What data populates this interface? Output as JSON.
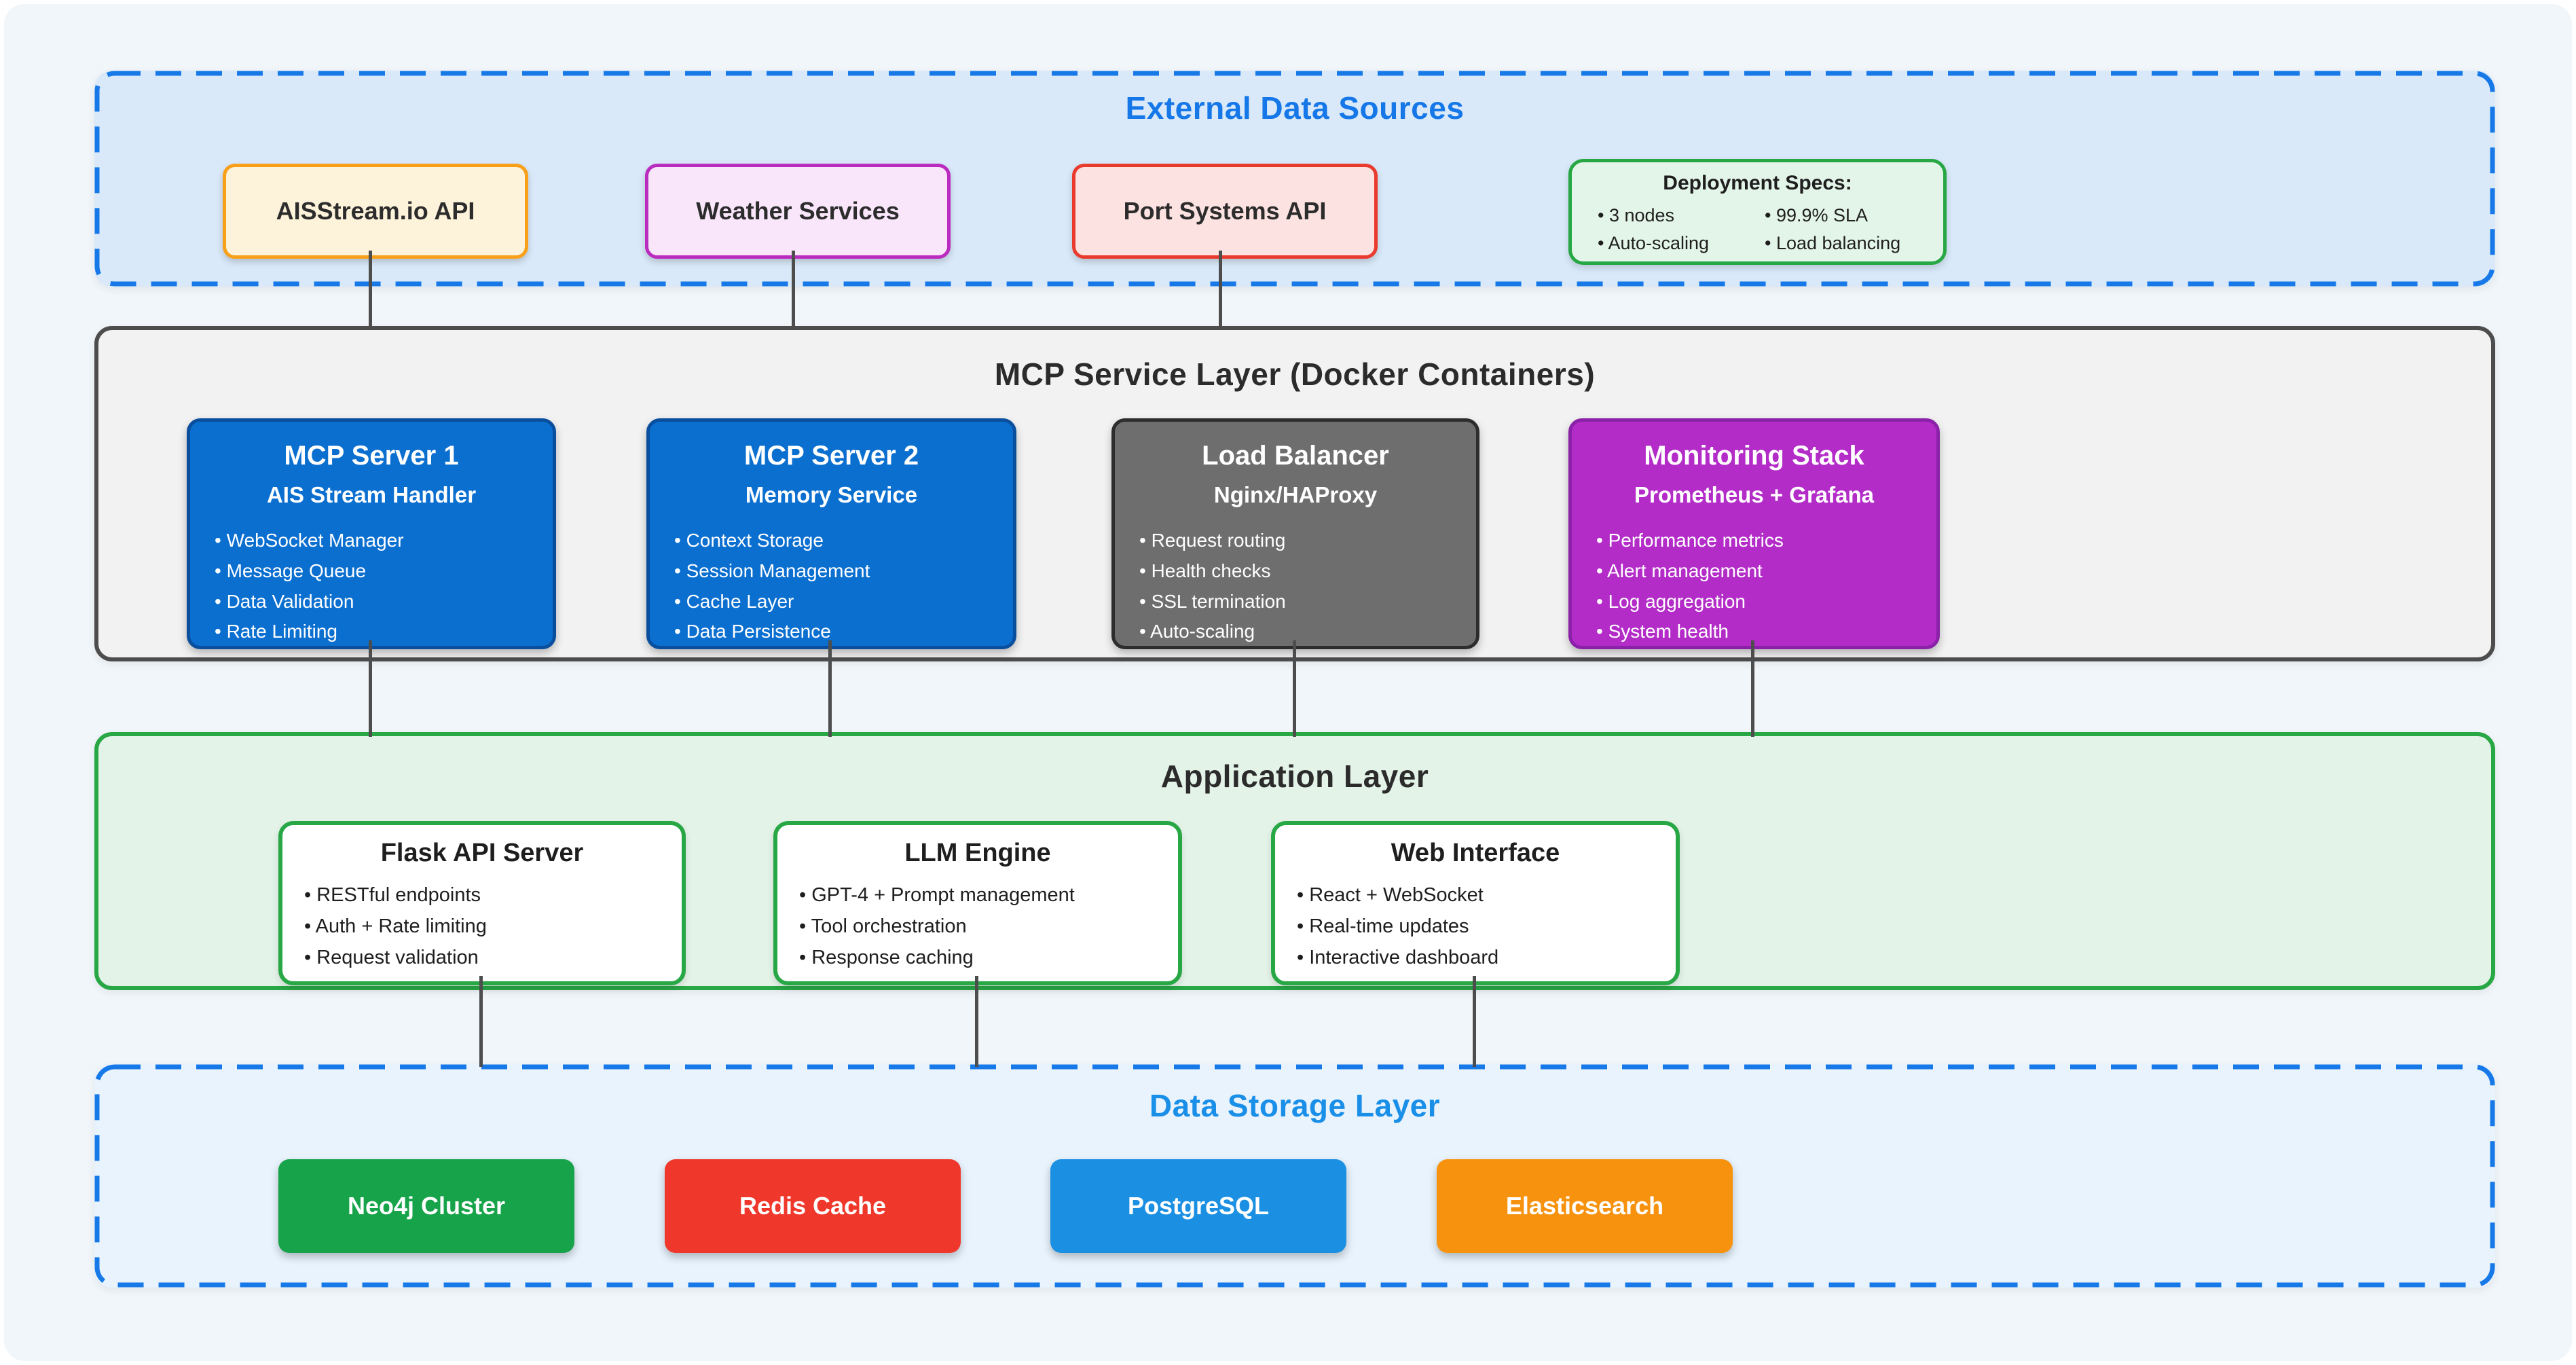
{
  "page": {
    "background": "#f1f6fa",
    "connector_color": "#4d4d4d"
  },
  "layers": {
    "external": {
      "title": "External Data Sources",
      "title_color": "#1577e8",
      "border_color": "#1779e8",
      "fill": "#d9e9f9",
      "boxes": [
        {
          "label": "AISStream.io API",
          "fill": "#fdf2da",
          "border": "#f9a01b"
        },
        {
          "label": "Weather Services",
          "fill": "#f9e6fb",
          "border": "#ba2bbf"
        },
        {
          "label": "Port Systems API",
          "fill": "#fce3e1",
          "border": "#e93a2d"
        }
      ],
      "specs": {
        "title": "Deployment Specs:",
        "fill": "#e3f4e8",
        "border": "#28a745",
        "items": [
          "• 3 nodes",
          "• Auto-scaling",
          "• 99.9% SLA",
          "• Load balancing"
        ]
      }
    },
    "mcp": {
      "title": "MCP Service Layer (Docker Containers)",
      "title_color": "#2b2b2b",
      "border_color": "#4d4d4d",
      "fill": "#f2f2f2",
      "boxes": [
        {
          "title": "MCP Server 1",
          "subtitle": "AIS Stream Handler",
          "fill": "#0b6fd0",
          "border": "#0a4f9e",
          "items": [
            "• WebSocket Manager",
            "• Message Queue",
            "• Data Validation",
            "• Rate Limiting"
          ]
        },
        {
          "title": "MCP Server 2",
          "subtitle": "Memory Service",
          "fill": "#0b6fd0",
          "border": "#0a4f9e",
          "items": [
            "• Context Storage",
            "• Session Management",
            "• Cache Layer",
            "• Data Persistence"
          ]
        },
        {
          "title": "Load Balancer",
          "subtitle": "Nginx/HAProxy",
          "fill": "#6e6e6e",
          "border": "#2d2d2d",
          "items": [
            "• Request routing",
            "• Health checks",
            "• SSL termination",
            "• Auto-scaling"
          ]
        },
        {
          "title": "Monitoring Stack",
          "subtitle": "Prometheus + Grafana",
          "fill": "#b32cc8",
          "border": "#8b21a8",
          "items": [
            "• Performance metrics",
            "• Alert management",
            "• Log aggregation",
            "• System health"
          ]
        }
      ]
    },
    "application": {
      "title": "Application Layer",
      "title_color": "#2b2b2b",
      "border_color": "#28a745",
      "fill": "#e4f3e8",
      "boxes": [
        {
          "title": "Flask API Server",
          "fill": "#ffffff",
          "border": "#28a745",
          "items": [
            "• RESTful endpoints",
            "• Auth + Rate limiting",
            "• Request validation"
          ]
        },
        {
          "title": "LLM Engine",
          "fill": "#ffffff",
          "border": "#28a745",
          "items": [
            "• GPT-4 + Prompt management",
            "• Tool orchestration",
            "• Response caching"
          ]
        },
        {
          "title": "Web Interface",
          "fill": "#ffffff",
          "border": "#28a745",
          "items": [
            "• React + WebSocket",
            "• Real-time updates",
            "• Interactive dashboard"
          ]
        }
      ]
    },
    "storage": {
      "title": "Data Storage Layer",
      "title_color": "#1a8fe8",
      "border_color": "#1779e8",
      "fill": "#e8f3fd",
      "boxes": [
        {
          "label": "Neo4j Cluster",
          "color": "#17a34a"
        },
        {
          "label": "Redis Cache",
          "color": "#ef382b"
        },
        {
          "label": "PostgreSQL",
          "color": "#1b90e3"
        },
        {
          "label": "Elasticsearch",
          "color": "#f7920e"
        }
      ]
    }
  }
}
